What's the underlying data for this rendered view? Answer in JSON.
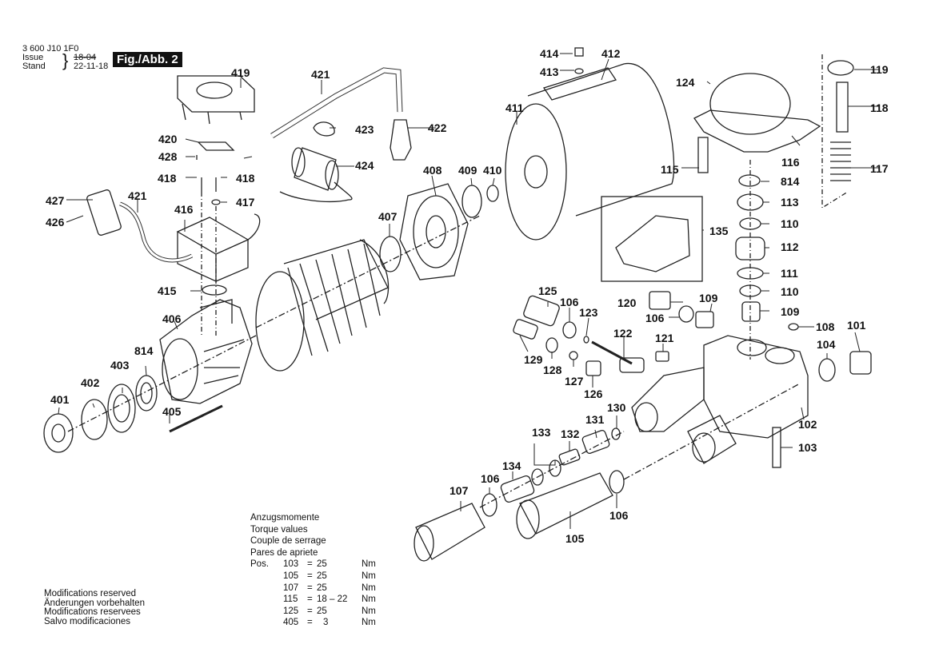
{
  "header": {
    "doc_number": "3 600 J10 1F0",
    "issue_label": "Issue",
    "issue_value_struck": "18-04",
    "stand_label": "Stand",
    "stand_value": "22-11-18",
    "figure_label": "Fig./Abb. 2"
  },
  "parts": {
    "p419": "419",
    "p421a": "421",
    "p422": "422",
    "p423": "423",
    "p424": "424",
    "p420": "420",
    "p428": "428",
    "p418a": "418",
    "p418b": "418",
    "p417": "417",
    "p427": "427",
    "p426": "426",
    "p421b": "421",
    "p416": "416",
    "p415": "415",
    "p406": "406",
    "p814a": "814",
    "p403": "403",
    "p402": "402",
    "p401": "401",
    "p405": "405",
    "p408": "408",
    "p409": "409",
    "p410": "410",
    "p407": "407",
    "p411": "411",
    "p412": "412",
    "p413": "413",
    "p414": "414",
    "p124": "124",
    "p119": "119",
    "p118": "118",
    "p117": "117",
    "p116": "116",
    "p115": "115",
    "p814b": "814",
    "p113": "113",
    "p110a": "110",
    "p135": "135",
    "p112": "112",
    "p111": "111",
    "p110b": "110",
    "p109a": "109",
    "p109b": "109",
    "p108": "108",
    "p120": "120",
    "p106a": "106",
    "p125": "125",
    "p106b": "106",
    "p123": "123",
    "p122": "122",
    "p121": "121",
    "p129": "129",
    "p128": "128",
    "p127": "127",
    "p126": "126",
    "p101": "101",
    "p104": "104",
    "p102": "102",
    "p103": "103",
    "p130": "130",
    "p131": "131",
    "p133": "133",
    "p132": "132",
    "p134": "134",
    "p106c": "106",
    "p107": "107",
    "p106d": "106",
    "p105": "105"
  },
  "torque": {
    "titles": [
      "Anzugsmomente",
      "Torque values",
      "Couple de serrage",
      "Pares de apriete"
    ],
    "pos_label": "Pos.",
    "rows": [
      {
        "pos": "103",
        "eq": "=",
        "value": "25",
        "unit": "Nm"
      },
      {
        "pos": "105",
        "eq": "=",
        "value": "25",
        "unit": "Nm"
      },
      {
        "pos": "107",
        "eq": "=",
        "value": "25",
        "unit": "Nm"
      },
      {
        "pos": "115",
        "eq": "=",
        "value": "18 – 22",
        "unit": "Nm"
      },
      {
        "pos": "125",
        "eq": "=",
        "value": "25",
        "unit": "Nm"
      },
      {
        "pos": "405",
        "eq": "=",
        "value": "3",
        "unit": "Nm"
      }
    ]
  },
  "modifications": [
    "Modifications reserved",
    "Änderungen vorbehalten",
    "Modifications reservees",
    "Salvo modificaciones"
  ]
}
